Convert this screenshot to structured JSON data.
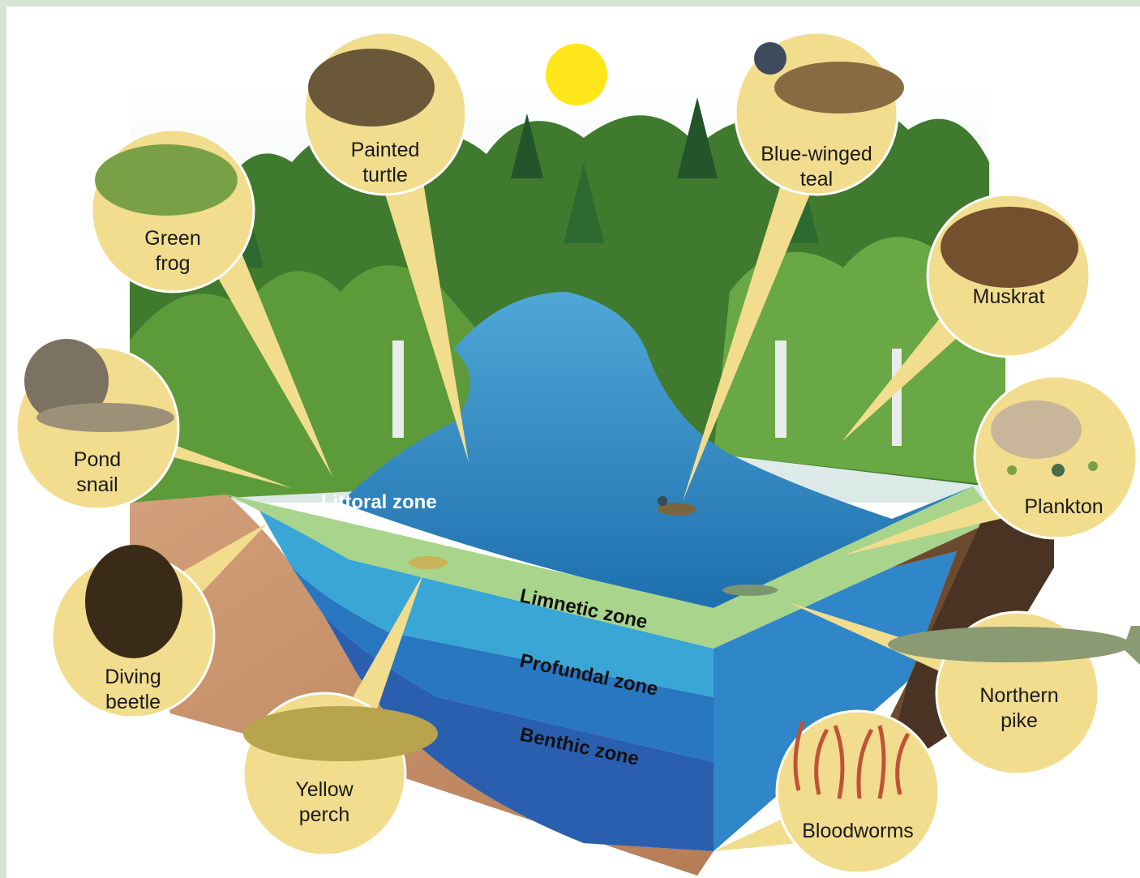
{
  "zones": {
    "littoral": "Littoral zone",
    "limnetic": "Limnetic zone",
    "profundal": "Profundal zone",
    "benthic": "Benthic zone"
  },
  "organisms": {
    "painted_turtle": [
      "Painted",
      "turtle"
    ],
    "blue_winged_teal": [
      "Blue-winged",
      "teal"
    ],
    "green_frog": [
      "Green",
      "frog"
    ],
    "muskrat": [
      "Muskrat"
    ],
    "pond_snail": [
      "Pond",
      "snail"
    ],
    "plankton": [
      "Plankton"
    ],
    "diving_beetle": [
      "Diving",
      "beetle"
    ],
    "northern_pike": [
      "Northern",
      "pike"
    ],
    "yellow_perch": [
      "Yellow",
      "perch"
    ],
    "bloodworms": [
      "Bloodworms"
    ]
  },
  "colors": {
    "page_border": "#d5e6d3",
    "callout_fill": "#f2dd8e",
    "littoral_band": "#a8d48c",
    "limnetic_band": "#3aa6d6",
    "profundal_band": "#2877c0",
    "benthic_band": "#2a5fb0",
    "soil": "#c9916a",
    "sun": "#ffe61a"
  }
}
